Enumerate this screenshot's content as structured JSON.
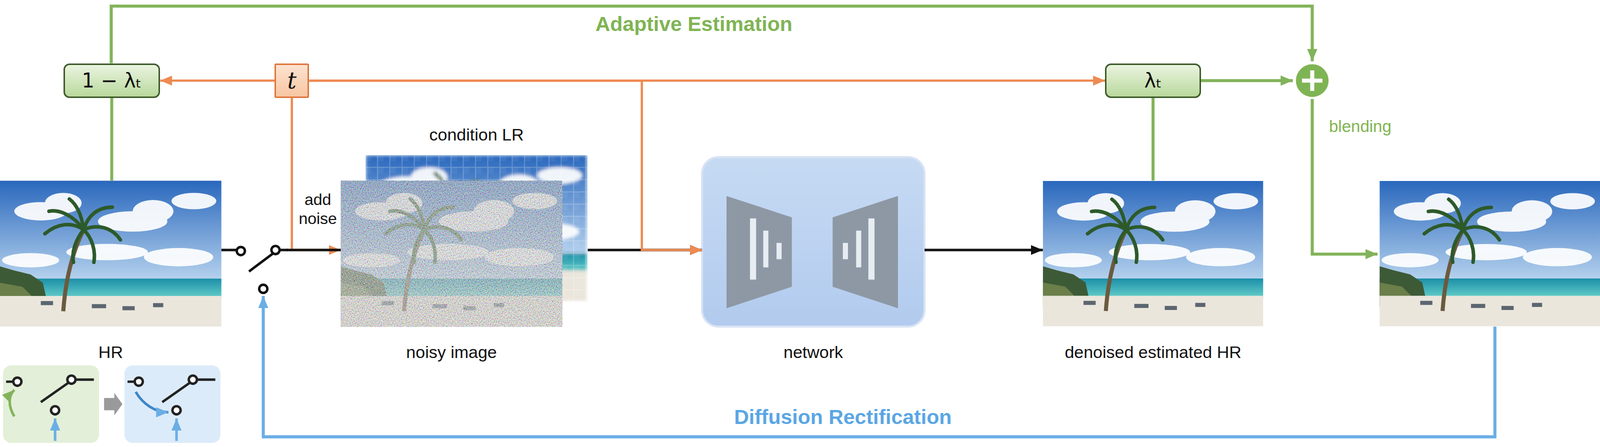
{
  "diagram": {
    "nodes": [
      {
        "text": [
          "1 − λₜ"
        ]
      },
      {
        "text": [
          "t"
        ]
      },
      {
        "text": [
          "λₜ"
        ]
      },
      {
        "text": [
          "HR"
        ]
      },
      {
        "text": [
          "condition LR"
        ]
      },
      {
        "text": [
          "noisy image"
        ]
      },
      {
        "text": [
          "network"
        ]
      },
      {
        "text": [
          "denoised estimated HR"
        ]
      }
    ],
    "edges": [
      {
        "from": 3,
        "to": 0,
        "arrow": "none"
      },
      {
        "from": 1,
        "to": 0,
        "arrow": "to"
      },
      {
        "from": 1,
        "to": 2,
        "arrow": "to"
      },
      {
        "from": 1,
        "to": 5,
        "label": "add noise",
        "arrow": "to"
      },
      {
        "from": 3,
        "to": 5,
        "arrow": "none"
      },
      {
        "from": 4,
        "to": 6,
        "arrow": "to"
      },
      {
        "from": 1,
        "to": 6,
        "arrow": "to"
      },
      {
        "from": 6,
        "to": 7,
        "arrow": "to"
      },
      {
        "from": 7,
        "to": 2,
        "arrow": "none"
      }
    ],
    "labels": [
      "Adaptive Estimation",
      "blending",
      "Diffusion Rectification"
    ]
  }
}
